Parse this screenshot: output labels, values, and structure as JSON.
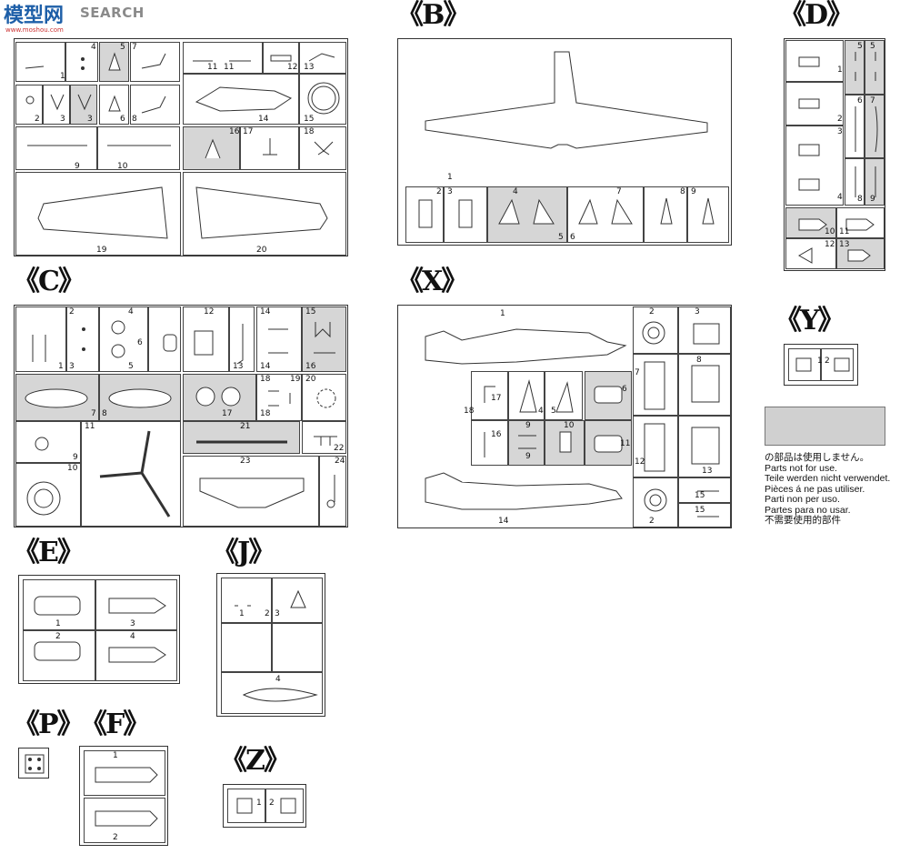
{
  "watermark": {
    "logo_text": "模型网",
    "site_text": "SEARCH",
    "url": "www.moshou.com"
  },
  "sections": {
    "A": {
      "numbers": [
        "1",
        "4",
        "5",
        "7",
        "11",
        "11",
        "12",
        "13",
        "2",
        "3",
        "3",
        "6",
        "8",
        "14",
        "15",
        "9",
        "10",
        "16",
        "17",
        "18",
        "19",
        "20"
      ]
    },
    "B": {
      "label": "《B》",
      "numbers": [
        "1",
        "2",
        "3",
        "4",
        "5",
        "6",
        "7",
        "8",
        "9"
      ]
    },
    "C": {
      "label": "《C》",
      "numbers": [
        "1",
        "2",
        "3",
        "4",
        "5",
        "6",
        "12",
        "13",
        "14",
        "14",
        "15",
        "16",
        "7",
        "8",
        "17",
        "18",
        "18",
        "19",
        "20",
        "9",
        "11",
        "21",
        "22",
        "10",
        "23",
        "24"
      ]
    },
    "D": {
      "label": "《D》",
      "numbers": [
        "1",
        "2",
        "3",
        "4",
        "5",
        "5",
        "6",
        "7",
        "8",
        "9",
        "10",
        "11",
        "12",
        "13"
      ]
    },
    "X": {
      "label": "《X》",
      "numbers": [
        "1",
        "2",
        "3",
        "7",
        "8",
        "17",
        "18",
        "4",
        "5",
        "6",
        "16",
        "9",
        "9",
        "10",
        "11",
        "12",
        "13",
        "14",
        "2",
        "15",
        "15"
      ]
    },
    "Y": {
      "label": "《Y》",
      "numbers": [
        "1",
        "2"
      ]
    },
    "E": {
      "label": "《E》",
      "numbers": [
        "1",
        "2",
        "3",
        "4"
      ]
    },
    "J": {
      "label": "《J》",
      "numbers": [
        "1",
        "2",
        "3",
        "4"
      ]
    },
    "P": {
      "label": "《P》"
    },
    "F": {
      "label": "《F》",
      "numbers": [
        "1",
        "2"
      ]
    },
    "Z": {
      "label": "《Z》",
      "numbers": [
        "1",
        "2"
      ]
    }
  },
  "notes": [
    "の部品は使用しません。",
    "Parts not for use.",
    "Teile werden nicht verwendet.",
    "Pièces á ne pas utiliser.",
    "Parti non per uso.",
    "Partes para no usar.",
    "不需要使用的部件"
  ]
}
